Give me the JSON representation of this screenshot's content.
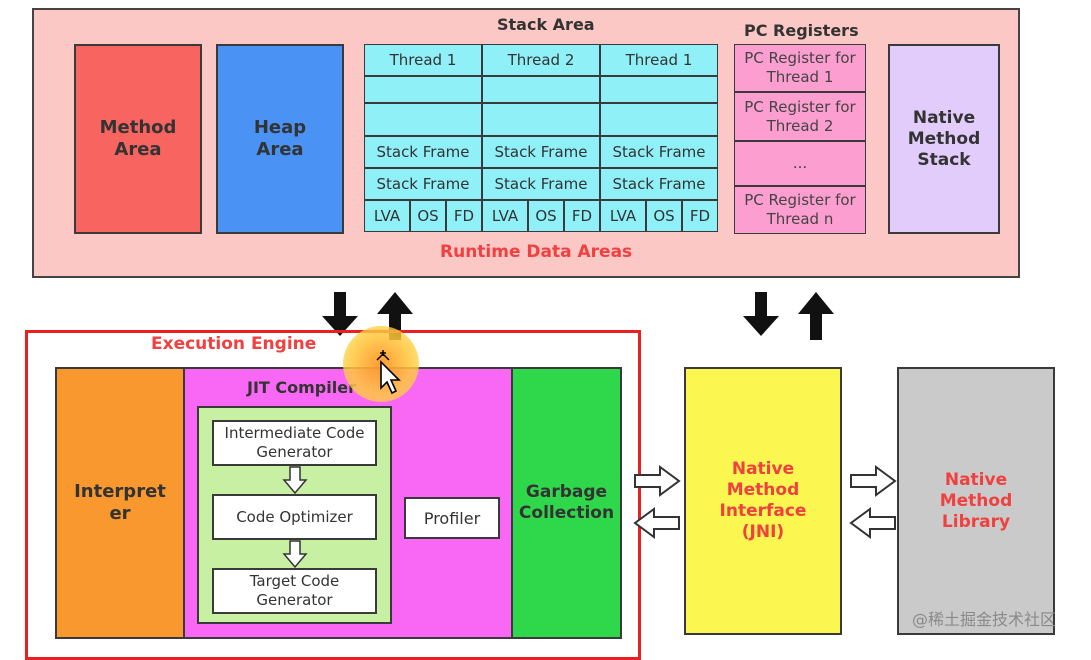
{
  "runtime": {
    "label": "Runtime Data Areas",
    "method_area": "Method\nArea",
    "heap_area": "Heap\nArea",
    "native_method_stack": "Native\nMethod\nStack"
  },
  "stack_area": {
    "title": "Stack Area",
    "threads": [
      "Thread 1",
      "Thread 2",
      "Thread 1"
    ],
    "frame_label": "Stack Frame",
    "sub_cells": [
      "LVA",
      "OS",
      "FD"
    ]
  },
  "pc_registers": {
    "title": "PC Registers",
    "items": [
      "PC Register for\nThread 1",
      "PC Register for\nThread 2",
      "...",
      "PC Register for\nThread n"
    ]
  },
  "execution_engine": {
    "title": "Execution Engine",
    "interpreter": "Interpret\ner",
    "jit_compiler": "JIT Compiler",
    "intermediate": "Intermediate Code\nGenerator",
    "optimizer": "Code Optimizer",
    "target": "Target Code\nGenerator",
    "profiler": "Profiler",
    "gc": "Garbage\nCollection"
  },
  "jni": "Native\nMethod\nInterface\n(JNI)",
  "native_library": "Native\nMethod\nLibrary",
  "watermark": "@稀土掘金技术社区",
  "colors": {
    "runtime_bg": "#fcc8c6",
    "method_area": "#f86460",
    "heap_area": "#4a92f4",
    "stack_cells": "#8ff0f8",
    "pc_cells": "#fc9ed0",
    "native_stack": "#e2ccfc",
    "interpreter": "#f8982e",
    "jit": "#f868f4",
    "jit_inner": "#c8f0a2",
    "gc": "#2ed84a",
    "jni": "#fcf650",
    "native_library": "#cacaca",
    "label_red": "#f04040",
    "engine_border": "#e82020"
  }
}
